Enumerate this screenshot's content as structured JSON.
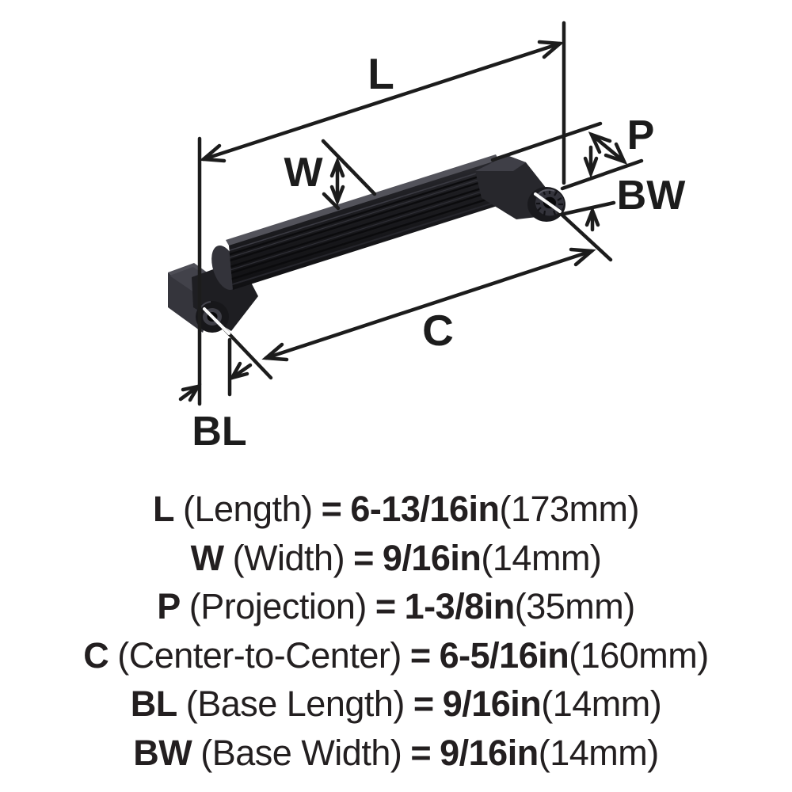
{
  "diagram": {
    "labels": {
      "length": "L",
      "width": "W",
      "projection": "P",
      "base_width": "BW",
      "center_to_center": "C",
      "base_length": "BL"
    },
    "colors": {
      "ink": "#1c1c1c",
      "background": "#ffffff",
      "handle_dark": "#1b1b1f",
      "handle_light": "#4e4e56"
    }
  },
  "specs": [
    {
      "code": "L",
      "name": "(Length)",
      "eq": "=",
      "imperial": "6-13/16in",
      "metric": "(173mm)"
    },
    {
      "code": "W",
      "name": "(Width)",
      "eq": "=",
      "imperial": "9/16in",
      "metric": "(14mm)"
    },
    {
      "code": "P",
      "name": "(Projection)",
      "eq": "=",
      "imperial": "1-3/8in",
      "metric": "(35mm)"
    },
    {
      "code": "C",
      "name": "(Center-to-Center)",
      "eq": "=",
      "imperial": "6-5/16in",
      "metric": "(160mm)"
    },
    {
      "code": "BL",
      "name": "(Base Length)",
      "eq": "=",
      "imperial": "9/16in",
      "metric": "(14mm)"
    },
    {
      "code": "BW",
      "name": "(Base Width)",
      "eq": "=",
      "imperial": "9/16in",
      "metric": "(14mm)"
    }
  ]
}
